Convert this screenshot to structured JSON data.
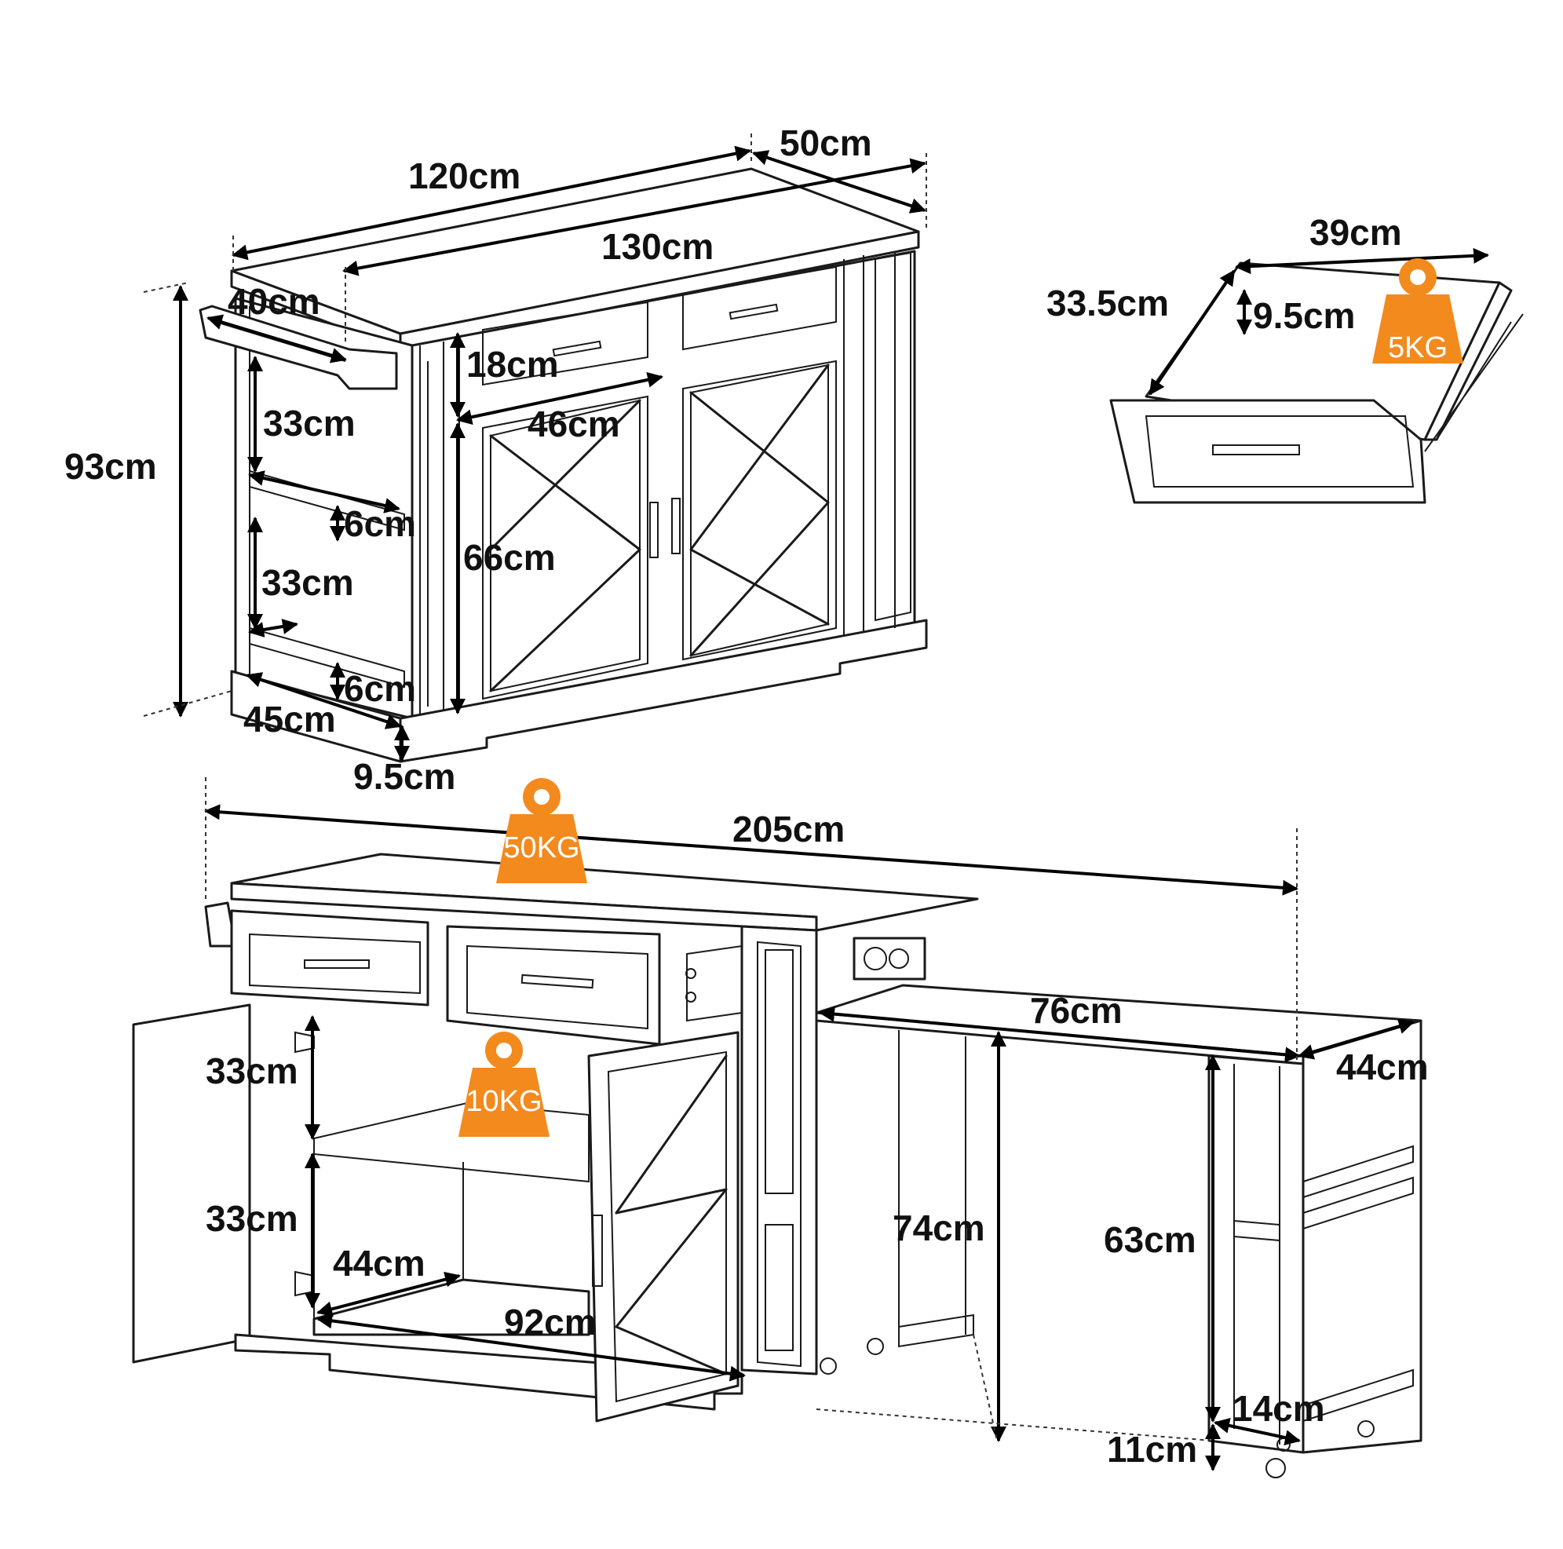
{
  "colors": {
    "weight_badge": "#f28a1e",
    "line": "#1a1a1a",
    "text": "#111111",
    "background": "#ffffff"
  },
  "top_view": {
    "width": "120cm",
    "depth": "50cm",
    "top_with_rail": "130cm",
    "rail_length": "40cm",
    "height": "93cm",
    "shelf_gap_upper": "33cm",
    "shelf_lip_upper": "6cm",
    "shelf_gap_lower": "33cm",
    "shelf_lip_lower": "6cm",
    "shelf_depth": "45cm",
    "base_height": "9.5cm",
    "drawer_height": "18cm",
    "drawer_width": "46cm",
    "door_height": "66cm"
  },
  "drawer_detail": {
    "width": "39cm",
    "depth": "33.5cm",
    "height": "9.5cm",
    "load": "5KG"
  },
  "extended_view": {
    "total_length": "205cm",
    "top_load": "50KG",
    "shelf_load": "10KG",
    "shelf_gap_upper": "33cm",
    "shelf_gap_lower": "33cm",
    "shelf_depth": "44cm",
    "interior_width": "92cm",
    "extension_length": "76cm",
    "extension_depth": "44cm",
    "table_height": "74cm",
    "leg_height": "63cm",
    "caster_height": "11cm",
    "cart_shelf_lip": "14cm"
  }
}
